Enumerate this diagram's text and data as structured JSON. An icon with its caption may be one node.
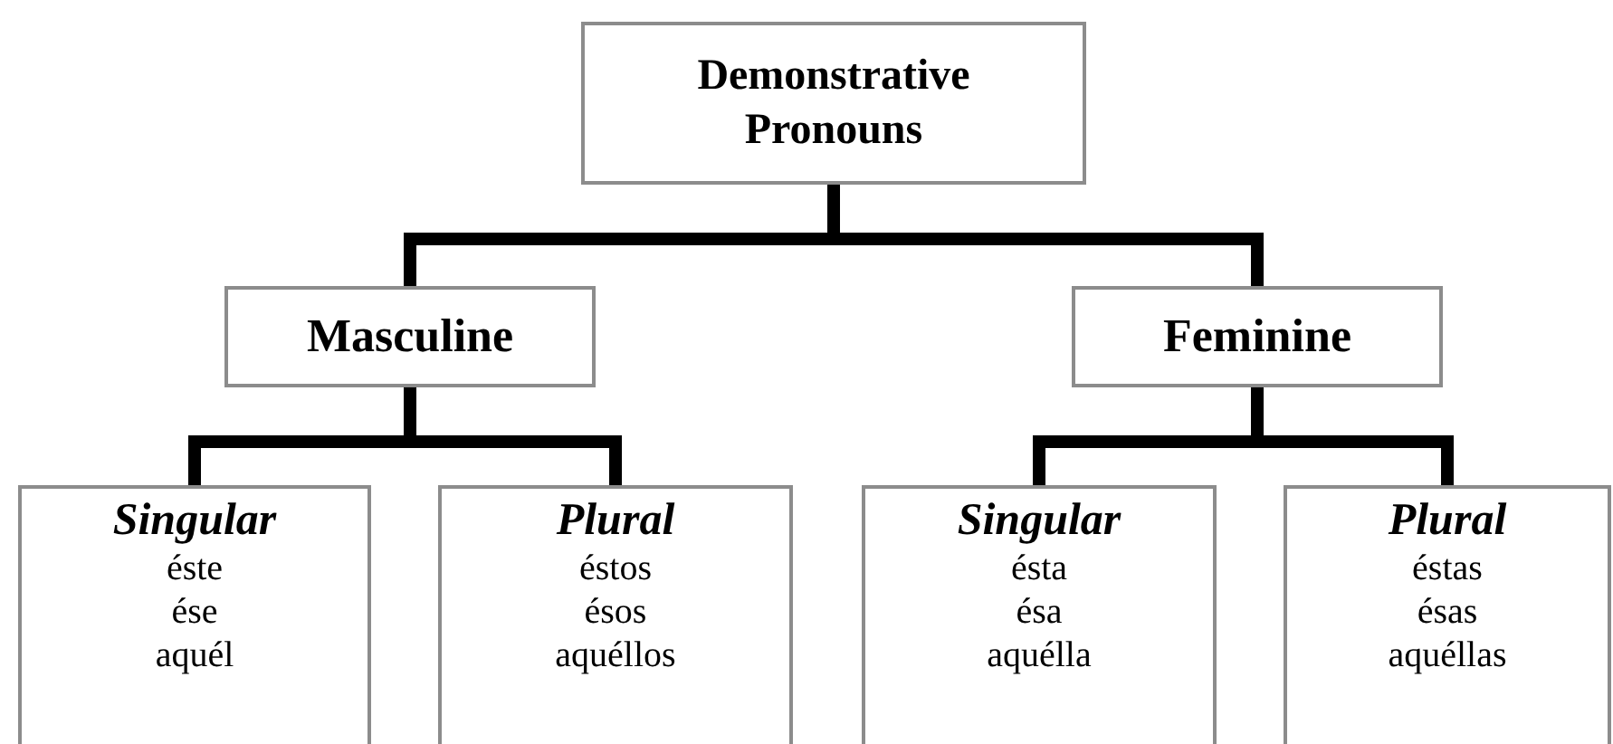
{
  "diagram": {
    "nodes": [
      {
        "text": [
          "Demonstrative Pronouns"
        ]
      },
      {
        "text": [
          "Masculine"
        ]
      },
      {
        "text": [
          "Feminine"
        ]
      },
      {
        "text": [
          "Singular",
          "éste",
          "ése",
          "aquél"
        ]
      },
      {
        "text": [
          "Plural",
          "éstos",
          "ésos",
          "aquéllos"
        ]
      },
      {
        "text": [
          "Singular",
          "ésta",
          "ésa",
          "aquélla"
        ]
      },
      {
        "text": [
          "Plural",
          "éstas",
          "ésas",
          "aquéllas"
        ]
      }
    ],
    "edges": [
      {
        "from": 0,
        "to": 1,
        "arrow": "none"
      },
      {
        "from": 0,
        "to": 2,
        "arrow": "none"
      },
      {
        "from": 1,
        "to": 3,
        "arrow": "none"
      },
      {
        "from": 1,
        "to": 4,
        "arrow": "none"
      },
      {
        "from": 2,
        "to": 5,
        "arrow": "none"
      },
      {
        "from": 2,
        "to": 6,
        "arrow": "none"
      }
    ]
  }
}
